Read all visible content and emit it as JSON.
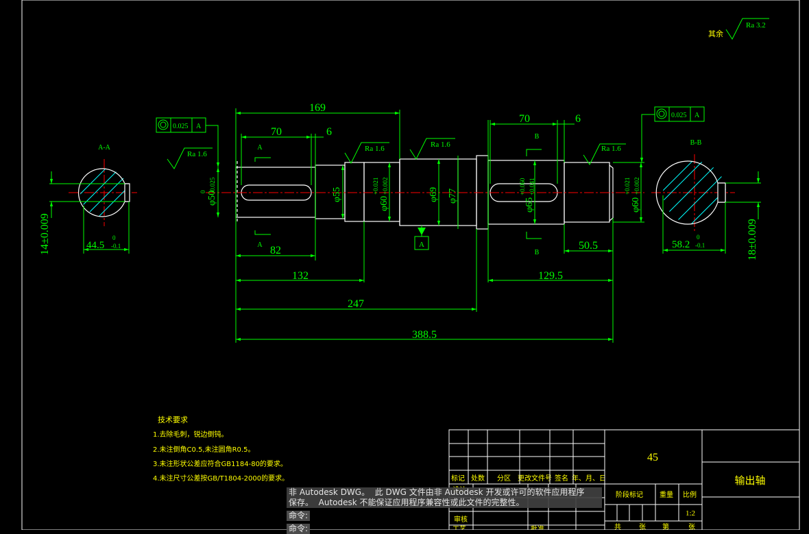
{
  "colors": {
    "background": "#000000",
    "outline": "#ffffff",
    "dimension": "#00ff00",
    "centerline": "#ff0000",
    "hatch": "#00ffff",
    "text": "#ffff00"
  },
  "surface": {
    "global_prefix": "其余",
    "global_value": "Ra 3.2",
    "values": [
      "Ra 1.6",
      "Ra 1.6",
      "Ra 1.6",
      "Ra 1.6"
    ]
  },
  "tolerance": {
    "left_value": "0.025",
    "left_datum": "A",
    "right_value": "0.025",
    "right_datum": "A"
  },
  "datum": {
    "label": "A"
  },
  "section_labels": {
    "aa": "A-A",
    "bb": "B-B",
    "a_top": "A",
    "a_bottom": "A",
    "b_top": "B",
    "b_bottom": "B"
  },
  "dims": {
    "d169": "169",
    "d70_left": "70",
    "d6_left": "6",
    "d70_right": "70",
    "d6_right": "6",
    "d82": "82",
    "d132": "132",
    "d247": "247",
    "d388": "388.5",
    "d129": "129.5",
    "d50_5": "50.5",
    "dia50": "φ50",
    "dia50_tol_up": "0",
    "dia50_tol_low": "-0.025",
    "dia55": "φ55",
    "dia60a": "φ60",
    "dia60a_tol_up": "+0.021",
    "dia60a_tol_low": "+0.002",
    "dia69": "φ69",
    "dia77": "φ77",
    "dia65": "φ65",
    "dia65_tol_up": "+0.060",
    "dia65_tol_low": "+0.041",
    "dia60b": "φ60",
    "dia60b_tol_up": "+0.021",
    "dia60b_tol_low": "+0.002",
    "aa_width": "14±0.009",
    "aa_depth": "44.5",
    "aa_depth_tol_up": "0",
    "aa_depth_tol_low": "-0.1",
    "bb_width": "18±0.009",
    "bb_depth": "58.2",
    "bb_depth_tol_up": "0",
    "bb_depth_tol_low": "-0.1"
  },
  "notes": {
    "title": "技术要求",
    "lines": [
      "1.去除毛刺，锐边倒钝。",
      "2.未注倒角C0.5,未注圆角R0.5。",
      "3.未注形状公差应符合GB1184-80的要求。",
      "4.未注尺寸公差按GB/T1804-2000的要求。"
    ]
  },
  "title_block": {
    "material": "45",
    "part_name": "输出轴",
    "headers": [
      "标记",
      "处数",
      "分区",
      "更改文件号",
      "签名",
      "年、月、日"
    ],
    "stage_label": "阶段标记",
    "weight_label": "重量",
    "scale_label": "比例",
    "scale_value": "1:2",
    "row_design": "设计",
    "row_review": "审核",
    "row_craft": "工艺",
    "row_approve": "批准",
    "sheet_total": "共",
    "sheet_unit": "张",
    "sheet_index": "第",
    "sheet_unit2": "张"
  },
  "command": {
    "message_line1": "非 Autodesk DWG。  此 DWG 文件由非 Autodesk 开发或许可的软件应用程序",
    "message_line2": "保存。  Autodesk 不能保证应用程序兼容性或此文件的完整性。",
    "prompt1": "命令:",
    "prompt2": "命令:"
  }
}
